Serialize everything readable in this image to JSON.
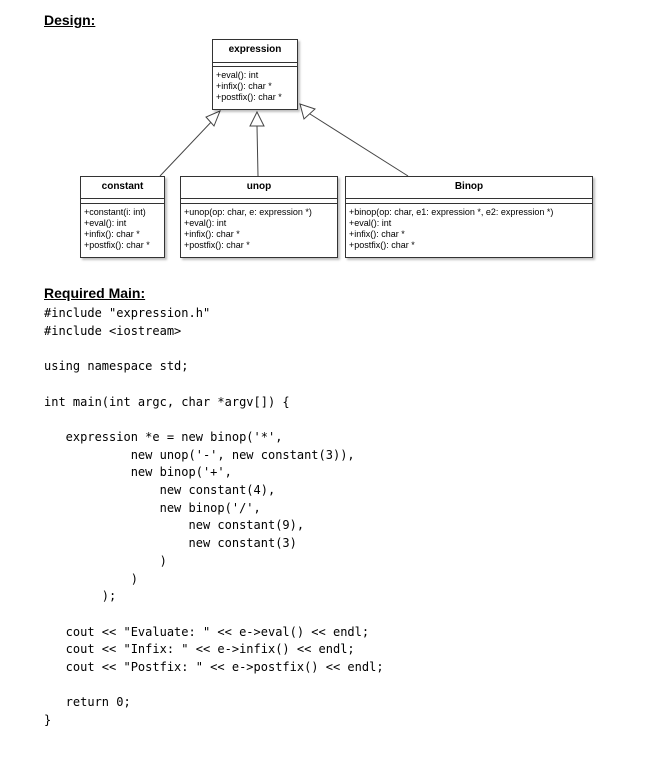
{
  "design_heading": "Design:",
  "main_heading": "Required Main:",
  "classes": {
    "expression": {
      "name": "expression",
      "ops": [
        "+eval(): int",
        "+infix(): char *",
        "+postfix(): char *"
      ]
    },
    "constant": {
      "name": "constant",
      "ops": [
        "+constant(i: int)",
        "+eval(): int",
        "+infix(): char *",
        "+postfix(): char *"
      ]
    },
    "unop": {
      "name": "unop",
      "ops": [
        "+unop(op: char, e: expression *)",
        "+eval(): int",
        "+infix(): char *",
        "+postfix(): char *"
      ]
    },
    "binop": {
      "name": "Binop",
      "ops": [
        "+binop(op: char, e1: expression *, e2: expression *)",
        "+eval(): int",
        "+infix(): char *",
        "+postfix(): char *"
      ]
    }
  },
  "code_lines": [
    "#include \"expression.h\"",
    "#include <iostream>",
    "",
    "using namespace std;",
    "",
    "int main(int argc, char *argv[]) {",
    "",
    "   expression *e = new binop('*',",
    "            new unop('-', new constant(3)),",
    "            new binop('+',",
    "                new constant(4),",
    "                new binop('/',",
    "                    new constant(9),",
    "                    new constant(3)",
    "                )",
    "            )",
    "        );",
    "",
    "   cout << \"Evaluate: \" << e->eval() << endl;",
    "   cout << \"Infix: \" << e->infix() << endl;",
    "   cout << \"Postfix: \" << e->postfix() << endl;",
    "",
    "   return 0;",
    "}"
  ]
}
